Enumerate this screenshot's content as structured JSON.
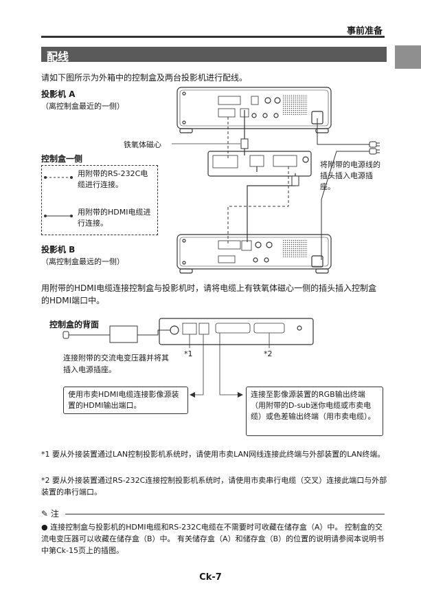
{
  "header": {
    "section_title": "事前准备"
  },
  "section": {
    "title": "配线"
  },
  "intro": "请如下图所示为外箱中的控制盒及两台投影机进行配线。",
  "diagram1": {
    "projector_a": {
      "title": "投影机 A",
      "subtitle": "（离控制盒最近的一侧）"
    },
    "projector_b": {
      "title": "投影机 B",
      "subtitle": "（离控制盒最远的一侧）"
    },
    "ferrite_label": "铁氧体磁心",
    "control_box_side": "控制盒一侧",
    "legend": [
      {
        "line": "dashed",
        "text": "用附带的RS-232C电缆进行连接。"
      },
      {
        "line": "solid",
        "text": "用附带的HDMI电缆进行连接。"
      }
    ],
    "power_note": "将附带的电源线的插头插入电源插座。"
  },
  "paragraph_hdmi": "用附带的HDMI电缆连接控制盒与投影机时，请将电缆上有铁氧体磁心一侧的插头插入控制盒的HDMI端口中。",
  "diagram2": {
    "title": "控制盒的背面",
    "marker1": "*1",
    "marker2": "*2",
    "adapter_note": "连接附带的交流电变压器并将其插入电源插座。",
    "hdmi_box": "使用市卖HDMI电缆连接影像源装置的HDMI输出端口。",
    "rgb_box": "连接至影像源装置的RGB输出终端（用附带的D-sub迷你电缆或市卖电缆）或色差输出终端（用市卖电缆）。"
  },
  "footnotes": [
    {
      "mark": "*1",
      "text": "要从外接装置通过LAN控制投影机系统时，请使用市卖LAN网线连接此终端与外部装置的LAN终端。"
    },
    {
      "mark": "*2",
      "text": "要从外接装置通过RS-232C连接控制投影机系统时，请使用市卖串行电缆（交叉）连接此端口与外部装置的串行端口。"
    }
  ],
  "note": {
    "label": "注",
    "icon": "note-pencil-icon",
    "text": "连接控制盒与投影机的HDMI电缆和RS-232C电缆在不需要时可收藏在储存盒（A）中。 控制盒的交流电变压器可以收藏在储存盒（B）中。 有关储存盒（A）和储存盒（B）的位置的说明请参阅本说明书中第Ck-15页上的插图。"
  },
  "page_number": "Ck-7"
}
